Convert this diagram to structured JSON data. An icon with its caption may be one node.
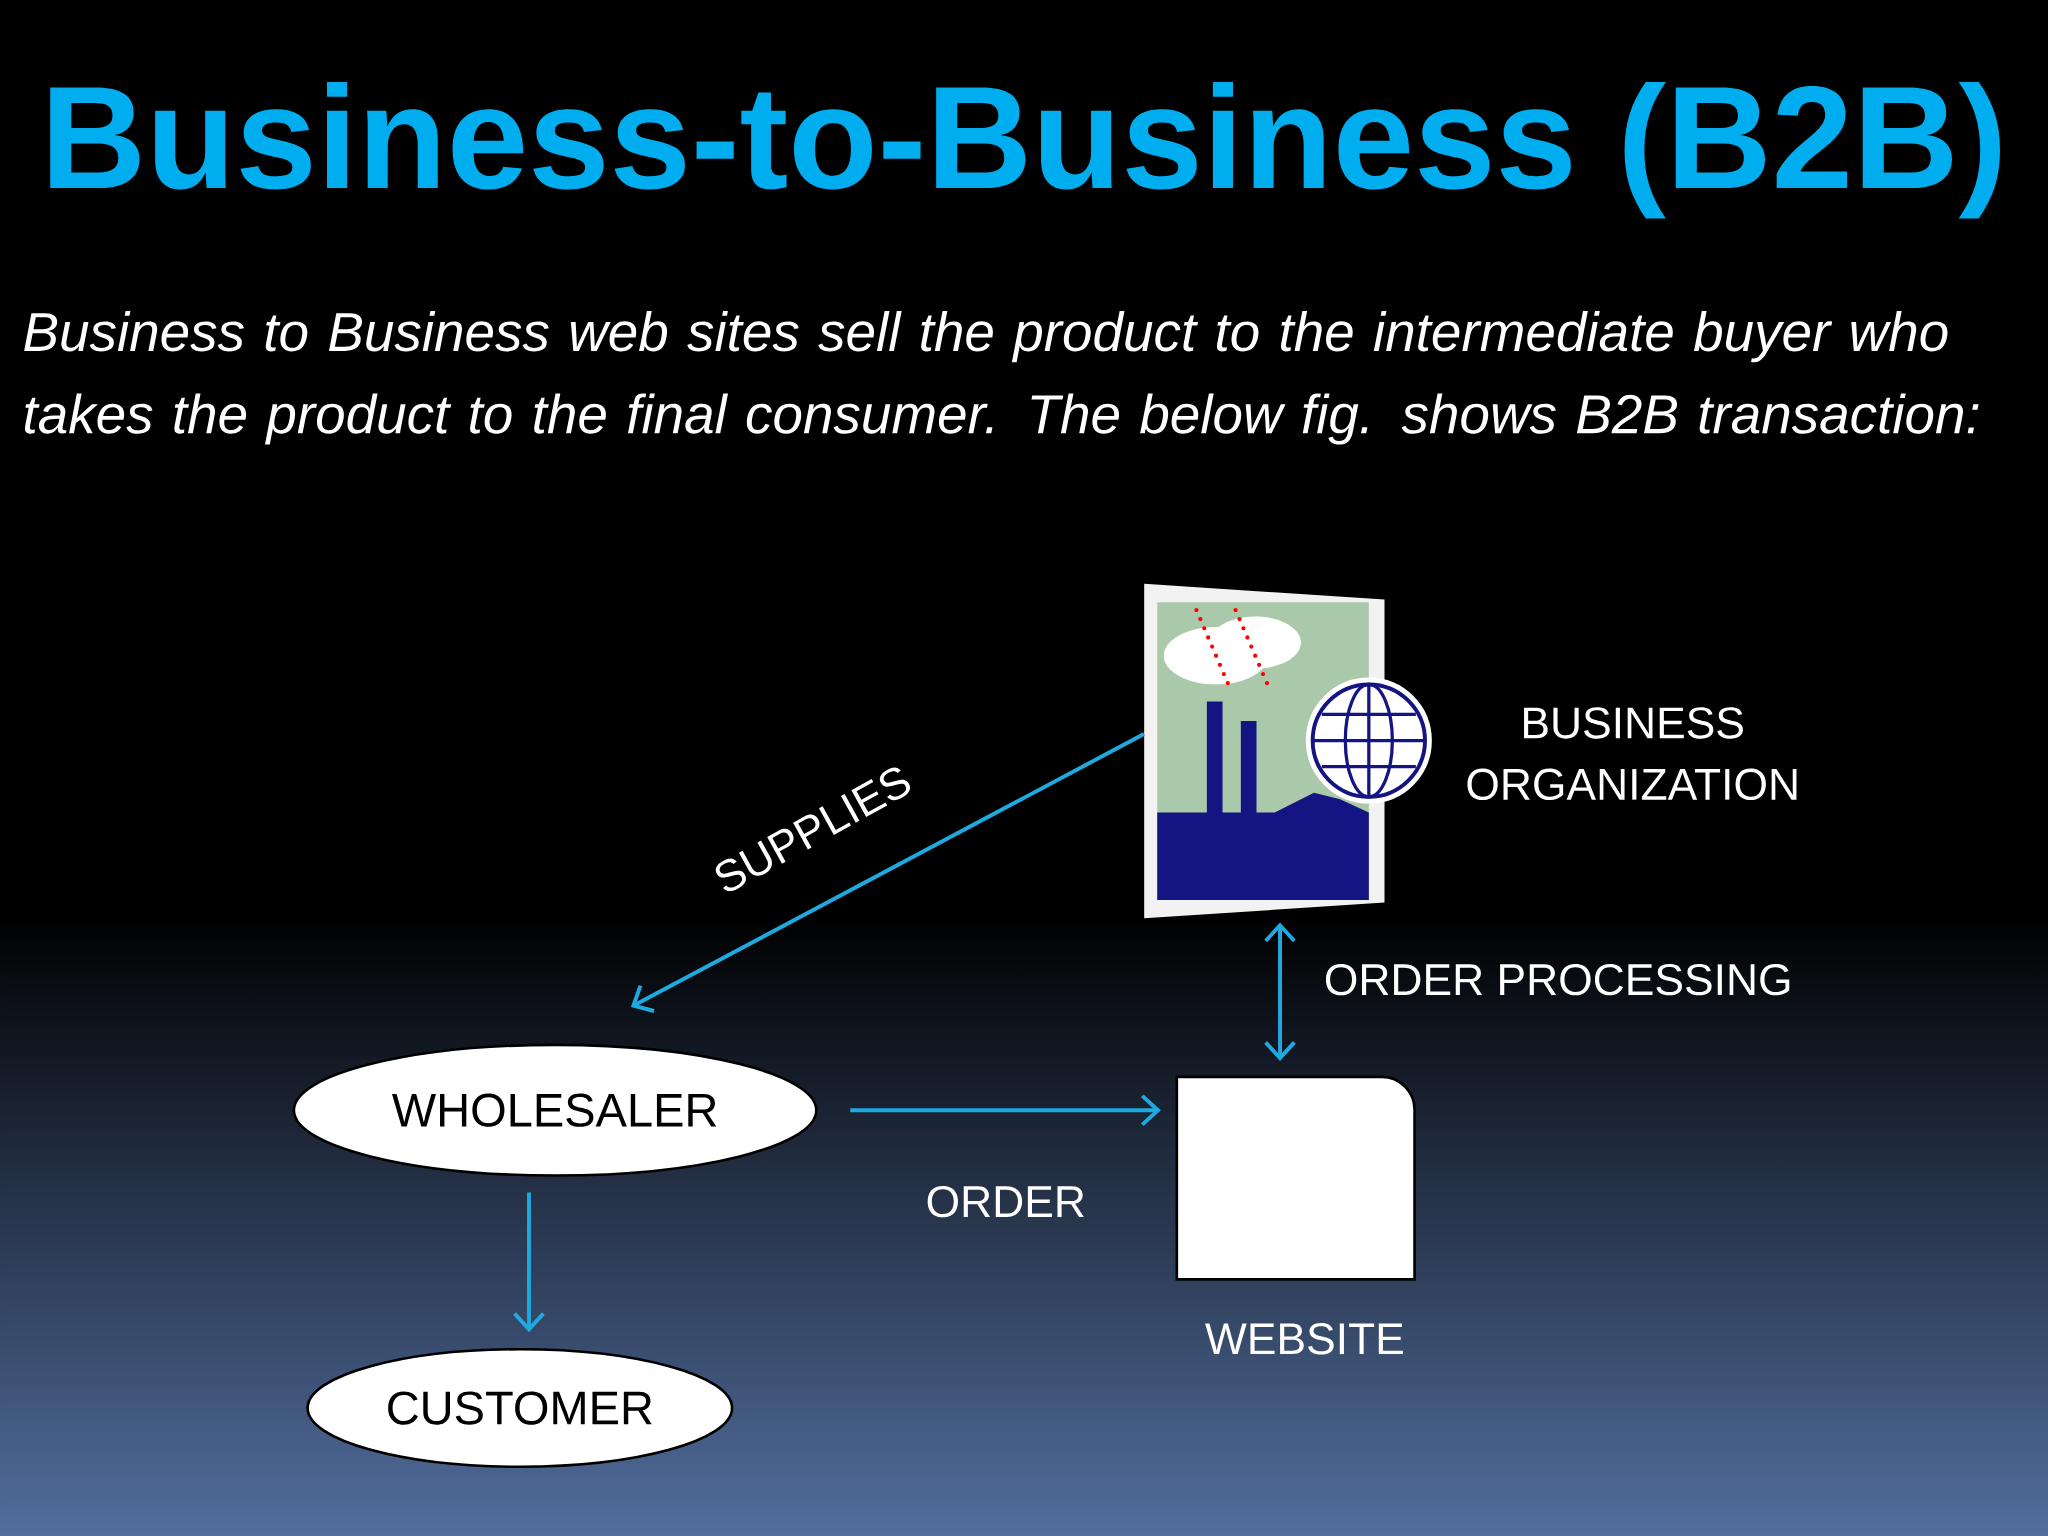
{
  "diagram": {
    "title": "Business-to-Business (B2B)",
    "caption": "Business to Business web sites sell the product to the intermediate buyer who takes the product to the final consumer. The below fig. shows B2B transaction:",
    "nodes": [
      {
        "text": [],
        "shape": "picture",
        "beside": [
          "BUSINESS ORGANIZATION"
        ]
      },
      {
        "text": [
          "WHOLESALER"
        ]
      },
      {
        "text": [
          "CUSTOMER"
        ]
      },
      {
        "text": [],
        "shape": "box",
        "beside": [
          "WEBSITE"
        ]
      }
    ],
    "edges": [
      {
        "from": 0,
        "to": 1,
        "arrow": "to",
        "label": "SUPPLIES"
      },
      {
        "from": 1,
        "to": 3,
        "arrow": "to",
        "label": "ORDER"
      },
      {
        "from": 1,
        "to": 2,
        "arrow": "to"
      },
      {
        "from": 0,
        "to": 3,
        "arrow": "both",
        "label": "ORDER PROCESSING"
      }
    ]
  }
}
